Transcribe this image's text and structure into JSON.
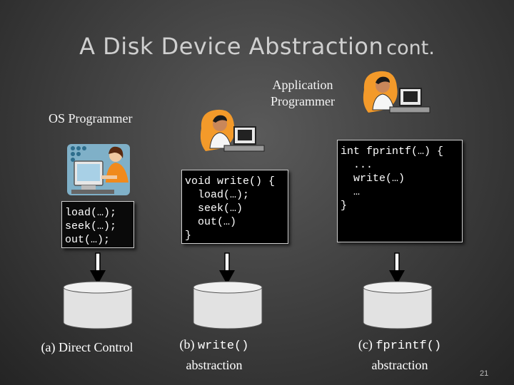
{
  "title": {
    "main": "A Disk Device Abstraction",
    "cont": "cont."
  },
  "labels": {
    "os_programmer": "OS Programmer",
    "app_programmer_line1": "Application",
    "app_programmer_line2": "Programmer"
  },
  "code": {
    "direct": "load(…);\nseek(…);\nout(…);",
    "write": "void write() {\n  load(…);\n  seek(…)\n  out(…)\n}",
    "fprintf": "int fprintf(…) {\n  ...\n  write(…)\n  …\n}"
  },
  "captions": {
    "a": "(a) Direct Control",
    "b_prefix": "(b) ",
    "b_code": "write()",
    "b_suffix": "abstraction",
    "c_prefix": "(c) ",
    "c_code": "fprintf()",
    "c_suffix": "abstraction"
  },
  "slide_number": "21",
  "colors": {
    "background": "#3c3c3c",
    "title": "#cfcfcf",
    "disk": "#e4e4e4",
    "code_bg": "#000000"
  },
  "icons": [
    "woman-at-computer-icon",
    "man-at-computer-icon",
    "man-at-computer-icon",
    "arrow-down-icon",
    "disk-icon"
  ]
}
